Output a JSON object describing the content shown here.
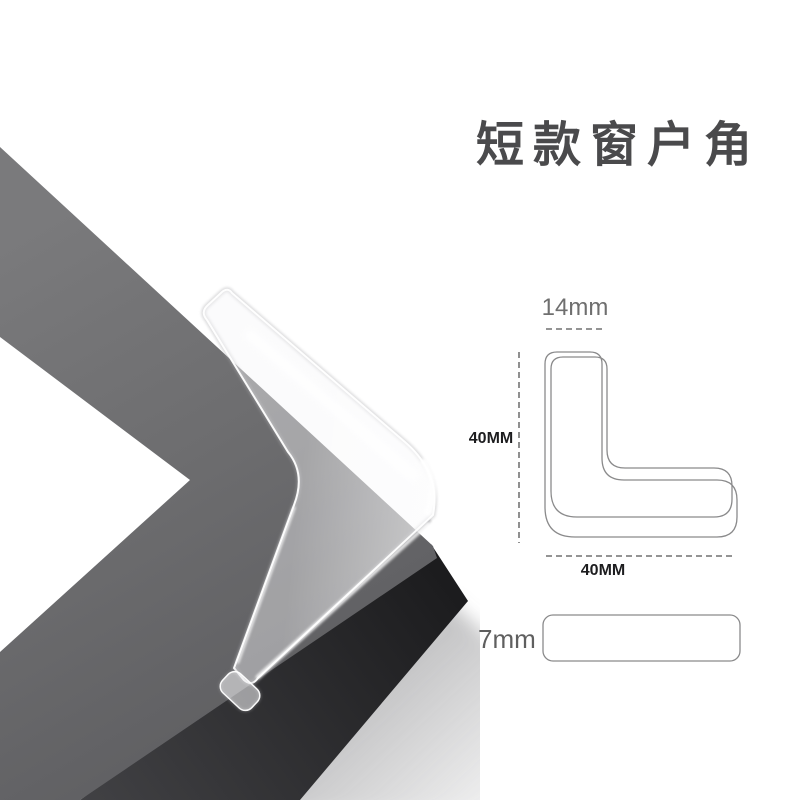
{
  "title": {
    "text": "短款窗户角"
  },
  "diagram": {
    "top_width_label": "14mm",
    "height_label": "40MM",
    "bottom_width_label": "40MM",
    "thickness_label": "7mm"
  },
  "photo": {
    "subject": "transparent-corner-guard-on-dark-frame-corner"
  },
  "colors": {
    "title_text": "#4a4a4c",
    "dim_dark_text": "#1d1d1f",
    "dim_gray_text": "#6f6f6f",
    "outline_line": "#8a8a8b",
    "dash_line": "#555555",
    "frame_top_face": "#6e6e70",
    "frame_side_face": "#2a2a2c",
    "background": "#ffffff"
  }
}
